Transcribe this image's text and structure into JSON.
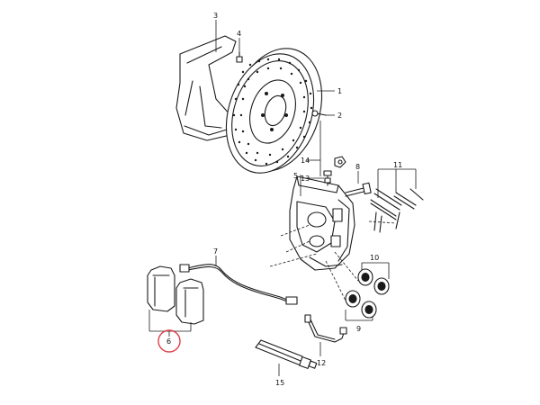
{
  "diagram": {
    "callouts": [
      {
        "id": "c1",
        "label": "1"
      },
      {
        "id": "c2",
        "label": "2"
      },
      {
        "id": "c3",
        "label": "3"
      },
      {
        "id": "c4",
        "label": "4"
      },
      {
        "id": "c5",
        "label": "5"
      },
      {
        "id": "c6",
        "label": "6"
      },
      {
        "id": "c7",
        "label": "7"
      },
      {
        "id": "c8",
        "label": "8"
      },
      {
        "id": "c9",
        "label": "9"
      },
      {
        "id": "c10",
        "label": "10"
      },
      {
        "id": "c11",
        "label": "11"
      },
      {
        "id": "c12",
        "label": "12"
      },
      {
        "id": "c13",
        "label": "13"
      },
      {
        "id": "c14",
        "label": "14"
      },
      {
        "id": "c15",
        "label": "15"
      }
    ],
    "highlight_color": "#e0404a",
    "highlighted_callout": "6"
  }
}
